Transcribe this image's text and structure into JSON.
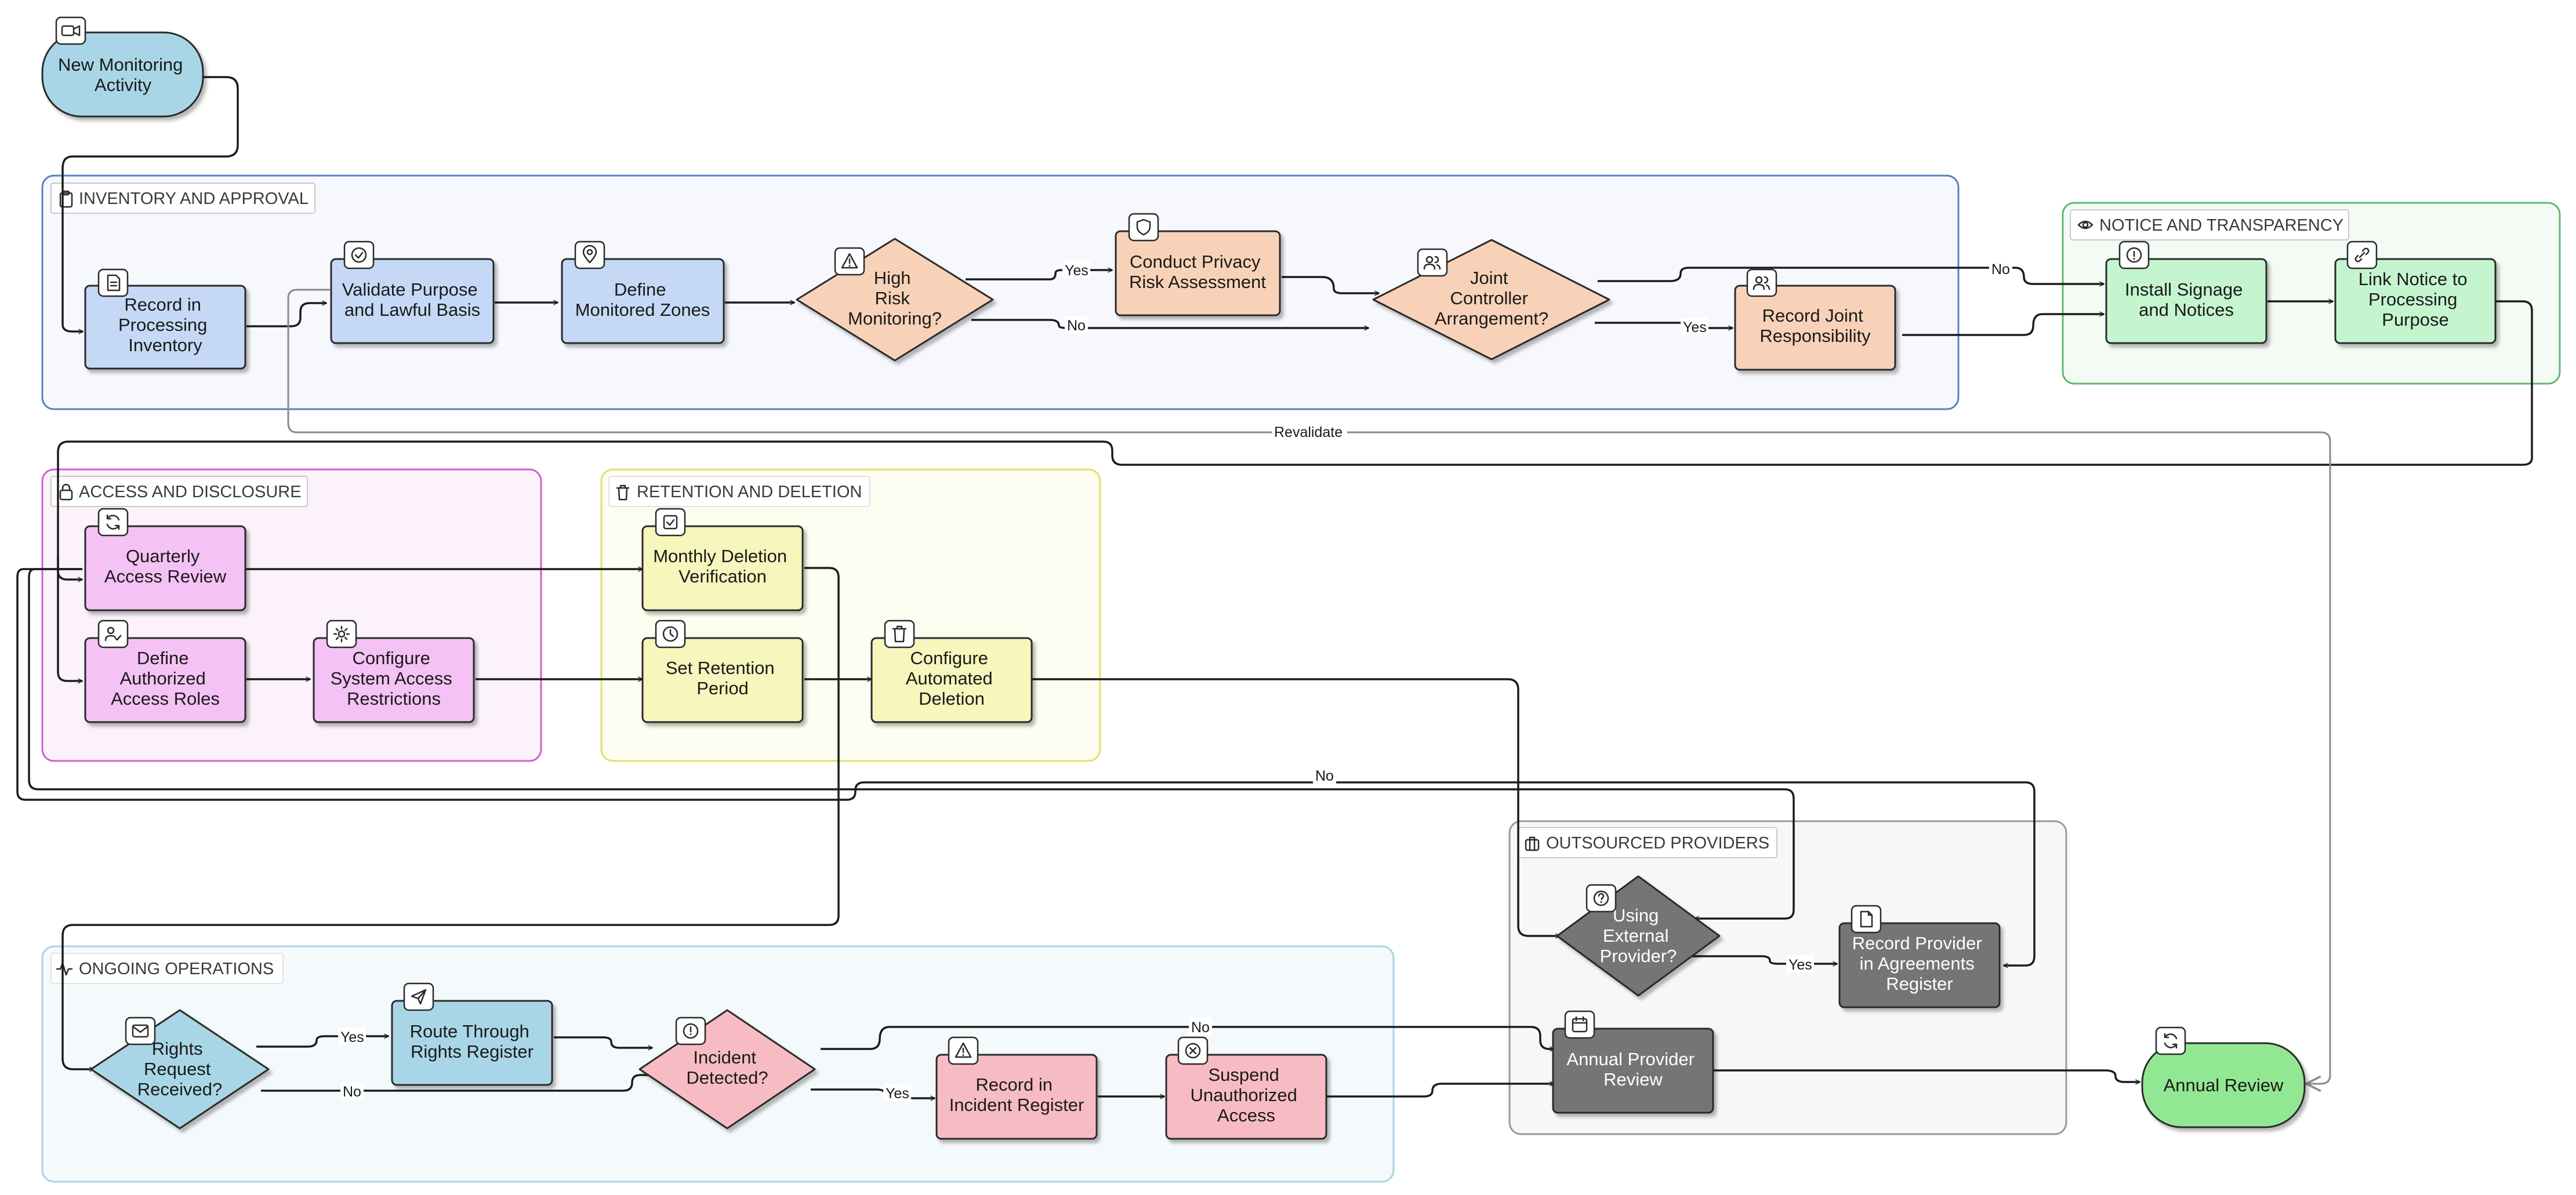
{
  "groups": {
    "inventory": "INVENTORY AND APPROVAL",
    "notice": "NOTICE AND TRANSPARENCY",
    "access": "ACCESS AND DISCLOSURE",
    "retention": "RETENTION AND DELETION",
    "outsourced": "OUTSOURCED PROVIDERS",
    "ongoing": "ONGOING OPERATIONS"
  },
  "nodes": {
    "new_monitoring": [
      "New Monitoring",
      "Activity"
    ],
    "record_inventory": [
      "Record in",
      "Processing",
      "Inventory"
    ],
    "validate_purpose": [
      "Validate Purpose",
      "and Lawful Basis"
    ],
    "define_zones": [
      "Define",
      "Monitored Zones"
    ],
    "high_risk": [
      "High",
      "Risk",
      "Monitoring?"
    ],
    "privacy_assessment": [
      "Conduct Privacy",
      "Risk Assessment"
    ],
    "joint_controller": [
      "Joint",
      "Controller",
      "Arrangement?"
    ],
    "record_joint": [
      "Record Joint",
      "Responsibility"
    ],
    "install_signage": [
      "Install Signage",
      "and Notices"
    ],
    "link_notice": [
      "Link Notice to",
      "Processing",
      "Purpose"
    ],
    "quarterly_review": [
      "Quarterly",
      "Access Review"
    ],
    "define_roles": [
      "Define",
      "Authorized",
      "Access Roles"
    ],
    "configure_restrictions": [
      "Configure",
      "System Access",
      "Restrictions"
    ],
    "monthly_deletion": [
      "Monthly Deletion",
      "Verification"
    ],
    "set_retention": [
      "Set Retention",
      "Period"
    ],
    "automated_deletion": [
      "Configure",
      "Automated",
      "Deletion"
    ],
    "external_provider": [
      "Using",
      "External",
      "Provider?"
    ],
    "agreements_register": [
      "Record Provider",
      "in Agreements",
      "Register"
    ],
    "annual_provider_review": [
      "Annual Provider",
      "Review"
    ],
    "rights_request": [
      "Rights",
      "Request",
      "Received?"
    ],
    "rights_register": [
      "Route Through",
      "Rights Register"
    ],
    "incident_detected": [
      "Incident",
      "Detected?"
    ],
    "incident_register": [
      "Record in",
      "Incident Register"
    ],
    "suspend_access": [
      "Suspend",
      "Unauthorized",
      "Access"
    ],
    "annual_review": [
      "Annual Review"
    ]
  },
  "edge_labels": {
    "high_risk_yes": "Yes",
    "high_risk_no": "No",
    "joint_no": "No",
    "joint_yes": "Yes",
    "revalidate": "Revalidate",
    "provider_no": "No",
    "provider_yes": "Yes",
    "rights_yes": "Yes",
    "rights_no": "No",
    "incident_no": "No",
    "incident_yes": "Yes"
  },
  "colors": {
    "blue_node": "#c5d9f7",
    "orange_node": "#f8d2b8",
    "green_node": "#c5f5cf",
    "pink_node": "#f4c2f4",
    "yellow_node": "#f6f6bd",
    "gray_node": "#757575",
    "light_blue_node": "#a9d6e6",
    "red_node": "#f7bcc3",
    "terminal_green": "#92e892"
  },
  "icons": {
    "new_monitoring": "video-icon",
    "inventory_group": "clipboard-icon",
    "record_inventory": "document-icon",
    "validate_purpose": "check-circle-icon",
    "define_zones": "map-pin-icon",
    "high_risk": "warning-icon",
    "privacy_assessment": "shield-icon",
    "joint_controller": "users-icon",
    "record_joint": "users-icon",
    "notice_group": "eye-icon",
    "install_signage": "info-icon",
    "link_notice": "link-icon",
    "access_group": "lock-icon",
    "quarterly_review": "refresh-icon",
    "define_roles": "user-check-icon",
    "configure_restrictions": "gear-icon",
    "retention_group": "trash-icon",
    "monthly_deletion": "check-square-icon",
    "set_retention": "clock-icon",
    "automated_deletion": "trash-icon",
    "outsourced_group": "briefcase-icon",
    "external_provider": "help-circle-icon",
    "agreements_register": "file-icon",
    "annual_provider_review": "calendar-icon",
    "ongoing_group": "activity-icon",
    "rights_request": "mail-icon",
    "rights_register": "send-icon",
    "incident_detected": "alert-circle-icon",
    "incident_register": "warning-icon",
    "suspend_access": "x-circle-icon",
    "annual_review": "refresh-icon"
  }
}
